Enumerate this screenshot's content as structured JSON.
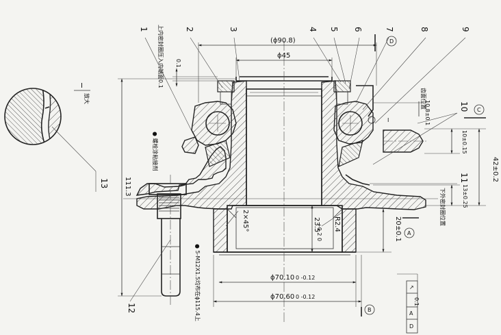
{
  "callouts": [
    "1",
    "2",
    "3",
    "4",
    "5",
    "6",
    "7",
    "8",
    "9",
    "10",
    "11",
    "12",
    "13"
  ],
  "dims": {
    "d908": "(ϕ90.8)",
    "d45": "ϕ45",
    "h1113": "111.3",
    "h01": "0.1",
    "d1080": "10.8±0.1",
    "d100": "10±0.15",
    "d420": "42±0.2",
    "d130": "13±0.25",
    "d200": "20±0.1",
    "d235": "23.5",
    "d235tol": "+0.2 0",
    "r24": "R2.4",
    "chamfer": "2×45°",
    "d7010": "ϕ70.10",
    "d7010tol": "0 -0.12",
    "d7060": "ϕ70.60",
    "d7060tol": "0 -0.12",
    "tol_sym": "↗",
    "tol_val": "0.1",
    "tol_ref1": "A",
    "tol_ref2": "D"
  },
  "datums": {
    "A": "A",
    "B": "B",
    "C": "C",
    "D": "D"
  },
  "notes": {
    "top_left_vertical": "上内密封圈压入内端面0.1",
    "enlarge_roman": "I",
    "enlarge_word": "放大",
    "section_mark": "I",
    "bolt_note": "● 螺栓涂粘接剂",
    "stud_note": "● 5-M12X1.5均布在ϕ115.4上",
    "right_note_1": "齿面位置",
    "right_note_2": "下外密封圈位置"
  }
}
